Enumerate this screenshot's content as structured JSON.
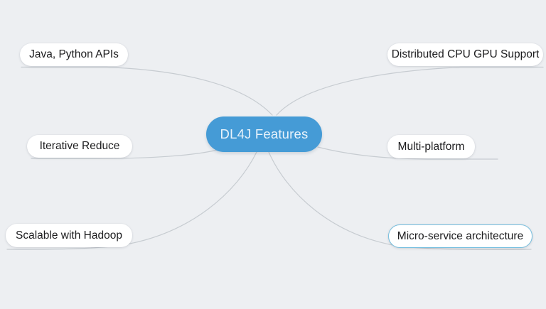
{
  "app": {
    "type": "mindmap"
  },
  "colors": {
    "background": "#edeff2",
    "root_fill": "#459bd6",
    "root_text": "#e9f3fb",
    "node_fill": "#ffffff",
    "node_text": "#1c1c1e",
    "connector": "#c7ccd1",
    "selected_border": "#77c0e0"
  },
  "root": {
    "label": "DL4J Features"
  },
  "nodes": [
    {
      "id": "java",
      "label": "Java, Python APIs",
      "selected": false,
      "side": "top-left"
    },
    {
      "id": "distributed",
      "label": "Distributed CPU GPU Support",
      "selected": false,
      "side": "top-right"
    },
    {
      "id": "iterative",
      "label": "Iterative Reduce",
      "selected": false,
      "side": "mid-left"
    },
    {
      "id": "multi",
      "label": "Multi-platform",
      "selected": false,
      "side": "mid-right"
    },
    {
      "id": "scalable",
      "label": "Scalable with Hadoop",
      "selected": false,
      "side": "bottom-left"
    },
    {
      "id": "micro",
      "label": "Micro-service architecture",
      "selected": true,
      "side": "bottom-right"
    }
  ]
}
